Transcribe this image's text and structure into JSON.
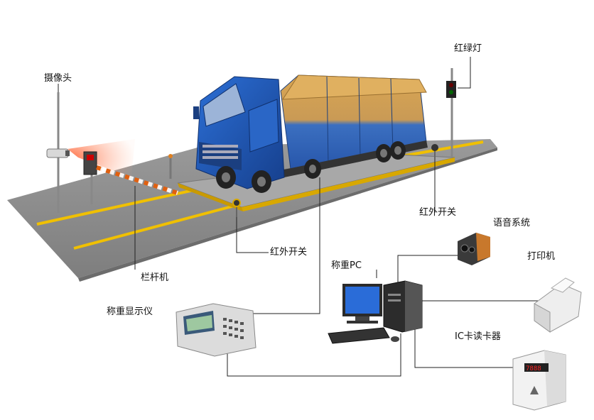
{
  "labels": {
    "camera": "摄像头",
    "traffic_light": "红绿灯",
    "ir_switch_right": "红外开关",
    "ir_switch_left": "红外开关",
    "voice_system": "语音系统",
    "printer": "打印机",
    "weighing_pc": "称重PC",
    "barrier": "栏杆机",
    "weight_display": "称重显示仪",
    "ic_reader": "IC卡读卡器"
  },
  "colors": {
    "road": "#8c8c8c",
    "lane_line": "#f0c000",
    "truck_cab": "#1f5fbf",
    "cargo_top": "#d8a050",
    "connector_line": "#222222"
  },
  "display_reading": "7888",
  "icons": [
    "camera-icon",
    "traffic-light-icon",
    "ir-sensor-icon",
    "speaker-icon",
    "printer-icon",
    "pc-icon",
    "barrier-gate-icon",
    "weight-indicator-icon",
    "ic-card-reader-icon",
    "truck-icon"
  ]
}
